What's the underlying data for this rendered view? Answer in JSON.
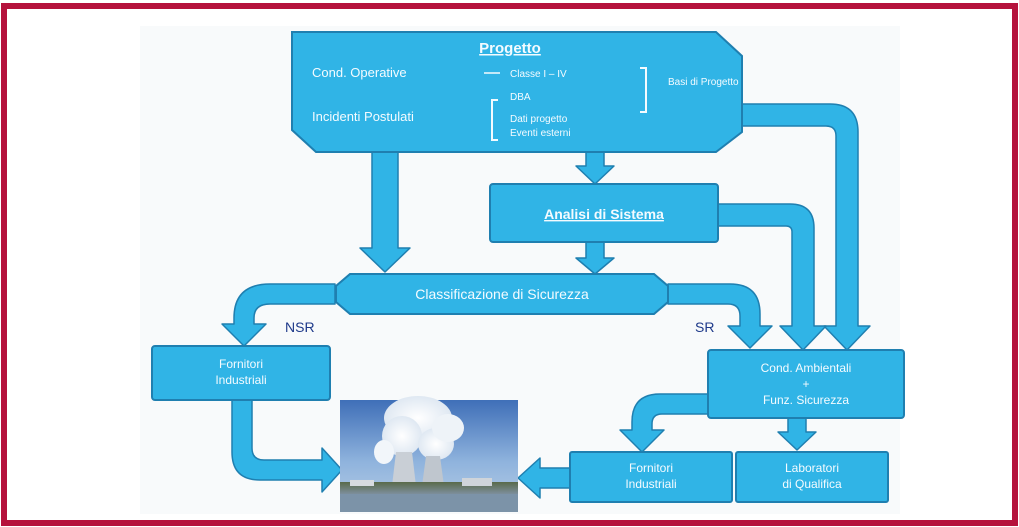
{
  "colors": {
    "frame": "#b5123c",
    "box_fill": "#30b4e6",
    "box_stroke": "#1f7fb0",
    "arrow_fill": "#30b4e6",
    "label": "#1f3a8a"
  },
  "progetto": {
    "title": "Progetto",
    "cond_operative": "Cond. Operative",
    "incidenti_postulati": "Incidenti Postulati",
    "classe": "Classe I – IV",
    "dba": "DBA",
    "dati": "Dati progetto",
    "eventi_esterni": "Eventi esterni",
    "basi_progetto": "Basi di Progetto"
  },
  "analisi": {
    "label": "Analisi di Sistema"
  },
  "classificazione": {
    "label": "Classificazione di Sicurezza"
  },
  "branches": {
    "nsr": "NSR",
    "sr": "SR"
  },
  "fornitori_industriali_left": {
    "line1": "Fornitori",
    "line2": "Industriali"
  },
  "cond_ambientali": {
    "line1": "Cond. Ambientali",
    "line2": "+",
    "line3": "Funz. Sicurezza"
  },
  "fornitori_industriali_right": {
    "line1": "Fornitori",
    "line2": "Industriali"
  },
  "laboratori": {
    "line1": "Laboratori",
    "line2": "di Qualifica"
  }
}
